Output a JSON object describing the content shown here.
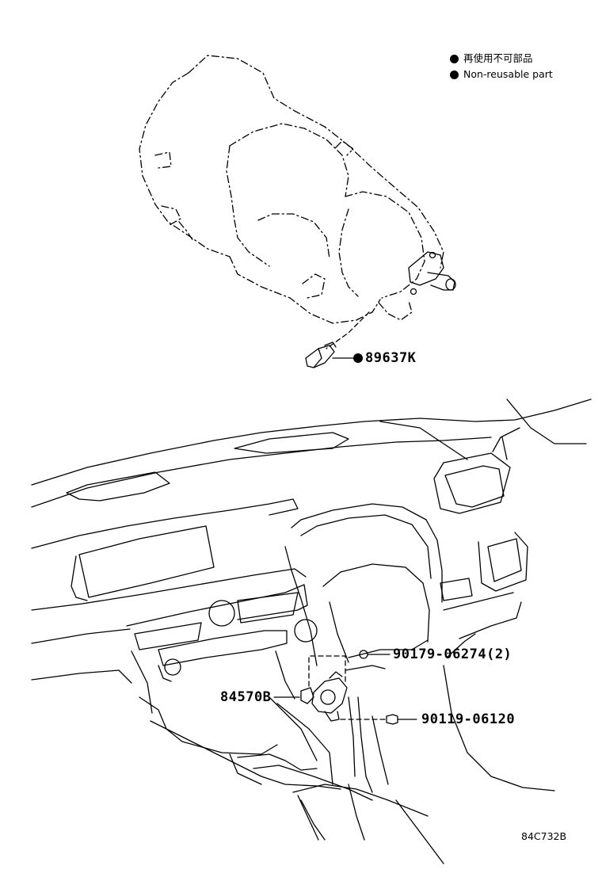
{
  "legend": {
    "jp": "再使用不可部品",
    "en": "Non-reusable part"
  },
  "parts": {
    "p1": "89637K",
    "p2": "90179-06274(2)",
    "p3": "84570B",
    "p4": "90119-06120"
  },
  "diagram_code": "84C732B"
}
